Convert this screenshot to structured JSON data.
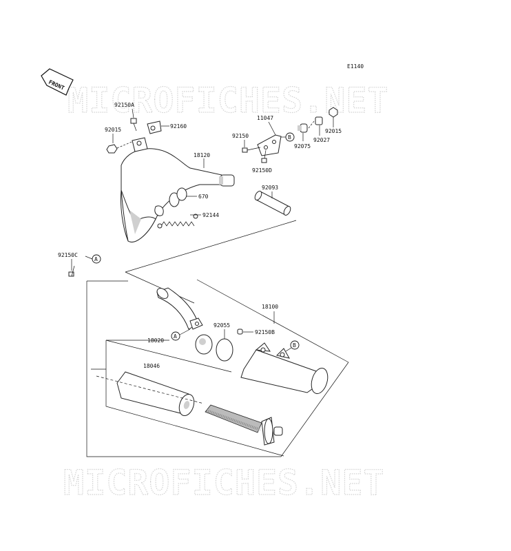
{
  "diagram_code": "E1140",
  "watermark": "MICROFICHES.NET",
  "front_arrow": "FRONT",
  "callouts": {
    "a": "A",
    "b": "B"
  },
  "parts": {
    "p92150A": "92150A",
    "p92015_left": "92015",
    "p92160": "92160",
    "p18120": "18120",
    "p670": "670",
    "p92144": "92144",
    "p11047": "11047",
    "p92150": "92150",
    "p92150D": "92150D",
    "p92075": "92075",
    "p92027": "92027",
    "p92015_right": "92015",
    "p92093": "92093",
    "p92150C": "92150C",
    "p18100": "18100",
    "p92055": "92055",
    "p92150B": "92150B",
    "p18020": "18020",
    "p18046": "18046"
  }
}
